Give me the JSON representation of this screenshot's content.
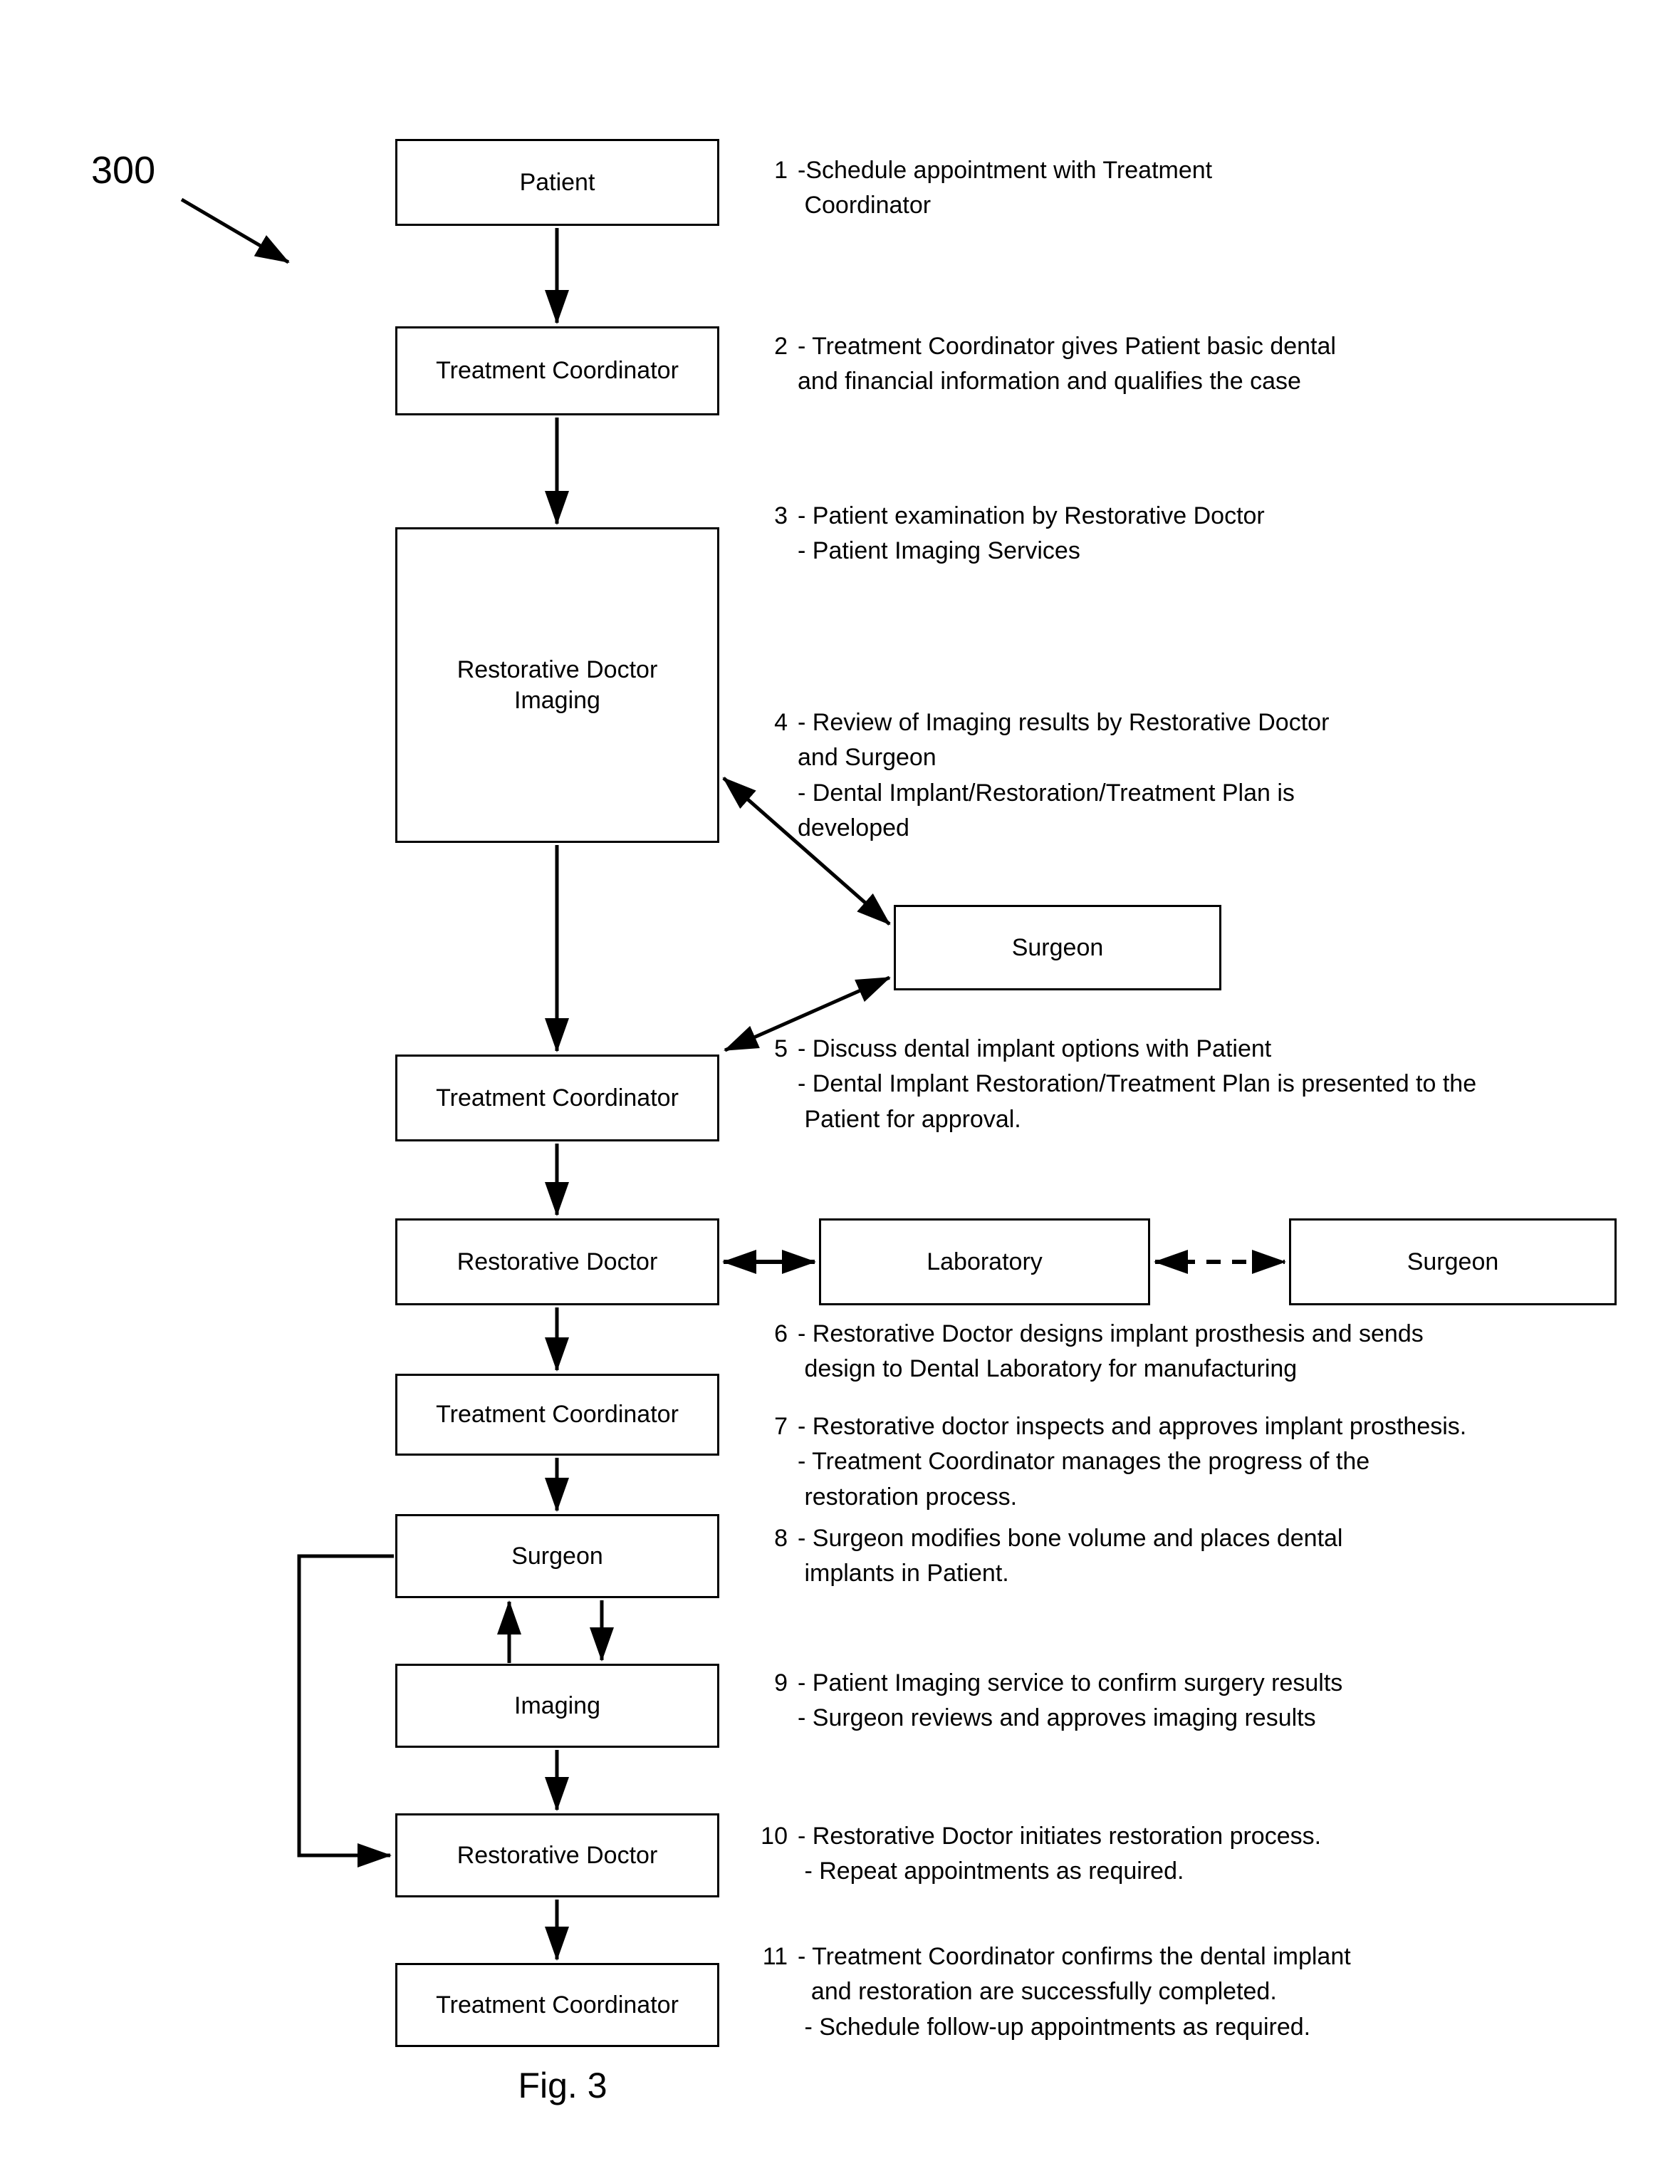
{
  "figure": {
    "ref_label": "300",
    "caption": "Fig. 3"
  },
  "nodes": {
    "patient": {
      "label": "Patient"
    },
    "tc1": {
      "label": "Treatment Coordinator"
    },
    "rdi": {
      "label": "Restorative Doctor\nImaging"
    },
    "surgeon_plan": {
      "label": "Surgeon"
    },
    "tc2": {
      "label": "Treatment Coordinator"
    },
    "rd_design": {
      "label": "Restorative Doctor"
    },
    "laboratory": {
      "label": "Laboratory"
    },
    "surgeon_lab": {
      "label": "Surgeon"
    },
    "tc3": {
      "label": "Treatment Coordinator"
    },
    "surgeon_surgery": {
      "label": "Surgeon"
    },
    "imaging": {
      "label": "Imaging"
    },
    "rd_restoration": {
      "label": "Restorative Doctor"
    },
    "tc4": {
      "label": "Treatment Coordinator"
    }
  },
  "steps": [
    {
      "num": "1",
      "text": "-Schedule appointment with Treatment\n Coordinator"
    },
    {
      "num": "2",
      "text": "- Treatment Coordinator gives Patient basic dental\nand financial information and qualifies the case"
    },
    {
      "num": "3",
      "text": "- Patient examination by Restorative Doctor\n- Patient Imaging Services"
    },
    {
      "num": "4",
      "text": "- Review of Imaging results by Restorative Doctor\nand Surgeon\n- Dental Implant/Restoration/Treatment Plan is\ndeveloped"
    },
    {
      "num": "5",
      "text": "- Discuss dental implant options with Patient\n- Dental Implant Restoration/Treatment Plan is presented to the\n Patient for approval."
    },
    {
      "num": "6",
      "text": "- Restorative Doctor designs implant prosthesis and sends\n design to Dental Laboratory for manufacturing"
    },
    {
      "num": "7",
      "text": "- Restorative doctor inspects and approves implant prosthesis.\n- Treatment Coordinator manages the progress of the\n restoration process."
    },
    {
      "num": "8",
      "text": "- Surgeon modifies bone volume and places dental\n implants in Patient."
    },
    {
      "num": "9",
      "text": "- Patient Imaging service to confirm surgery results\n- Surgeon reviews and approves imaging results"
    },
    {
      "num": "10",
      "text": "- Restorative Doctor initiates restoration process.\n - Repeat appointments as required."
    },
    {
      "num": "11",
      "text": "- Treatment Coordinator confirms the dental implant\n  and restoration are successfully completed.\n - Schedule follow-up appointments as required."
    }
  ]
}
